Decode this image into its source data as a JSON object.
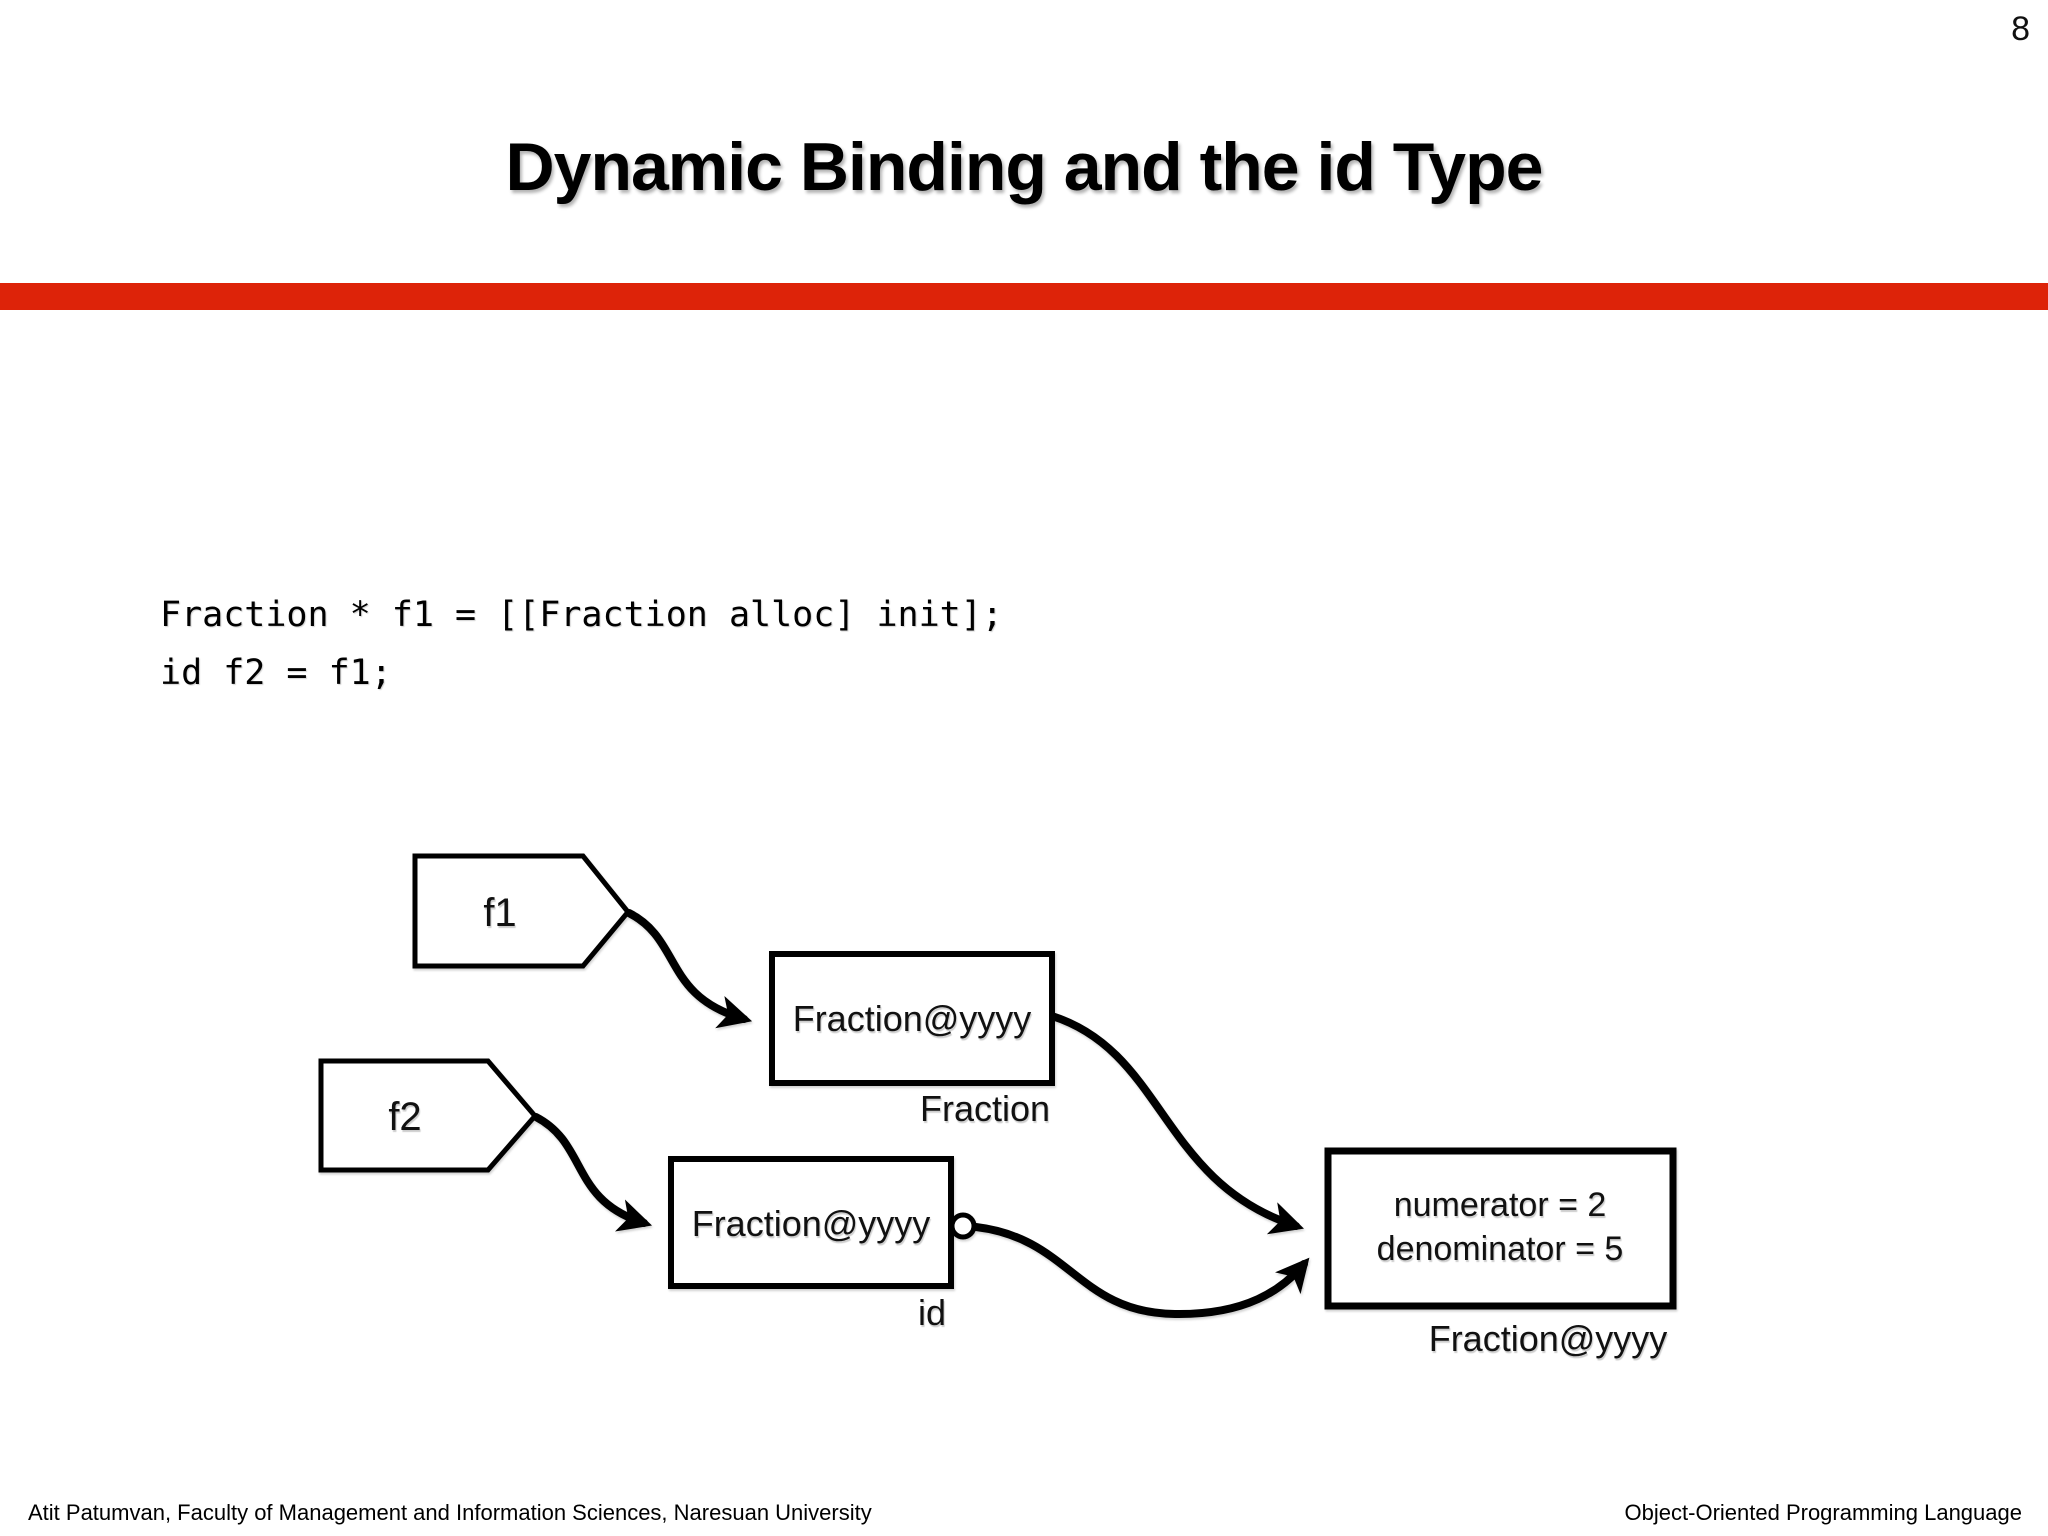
{
  "page": {
    "number": "8"
  },
  "title": "Dynamic Binding and the id Type",
  "accent_color": "#DD2309",
  "code": {
    "line1": "Fraction * f1 = [[Fraction alloc] init];",
    "line2": "id f2 = f1;"
  },
  "diagram": {
    "pointer_f1": "f1",
    "pointer_f2": "f2",
    "fraction_box": {
      "value": "Fraction@yyyy",
      "type_label": "Fraction"
    },
    "id_box": {
      "value": "Fraction@yyyy",
      "type_label": "id"
    },
    "object_box": {
      "line1": "numerator = 2",
      "line2": "denominator = 5",
      "label": "Fraction@yyyy"
    }
  },
  "footer": {
    "left": "Atit Patumvan, Faculty of Management and Information Sciences, Naresuan University",
    "right": "Object-Oriented Programming Language"
  }
}
